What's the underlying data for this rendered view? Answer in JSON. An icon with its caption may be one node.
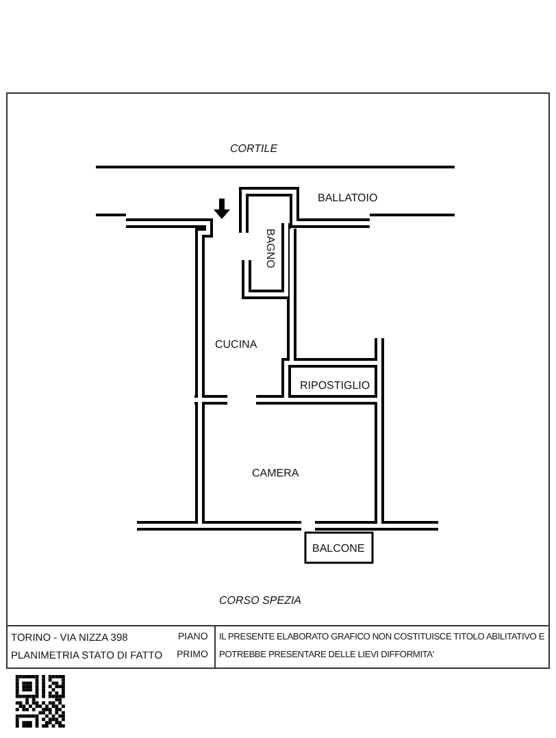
{
  "diagram": {
    "labels": [
      "CORTILE",
      "BALLATOIO",
      "BAGNO",
      "CUCINA",
      "RIPOSTIGLIO",
      "CAMERA",
      "BALCONE",
      "CORSO SPEZIA",
      "TORINO - VIA NIZZA 398",
      "PIANO",
      "IL PRESENTE ELABORATO GRAFICO NON COSTITUISCE TITOLO ABILITATIVO E POTREBBE PRESENTARE DELLE LIEVI DIFFORMITA'",
      "PLANIMETRIA STATO DI FATTO",
      "PRIMO"
    ]
  }
}
